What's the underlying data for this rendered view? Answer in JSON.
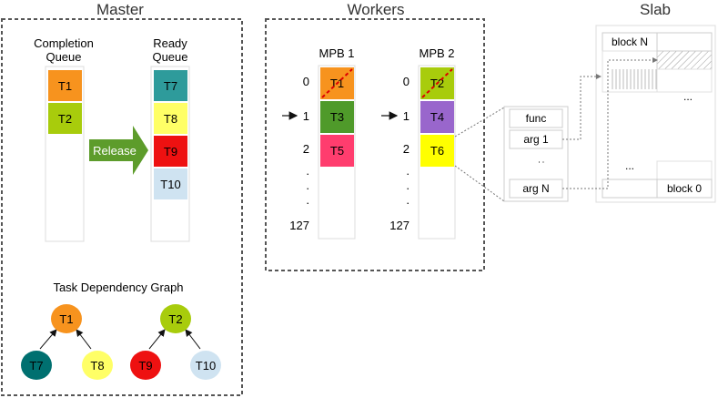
{
  "master": {
    "title": "Master",
    "completion_queue_label": [
      "Completion",
      "Queue"
    ],
    "ready_queue_label": [
      "Ready",
      "Queue"
    ],
    "completion_items": [
      {
        "label": "T1",
        "color": "#f7931e"
      },
      {
        "label": "T2",
        "color": "#a8cc0c"
      }
    ],
    "release_label": "Release",
    "ready_items": [
      {
        "label": "T7",
        "color": "#2e9b9b"
      },
      {
        "label": "T8",
        "color": "#ffff66"
      },
      {
        "label": "T9",
        "color": "#ee1111"
      },
      {
        "label": "T10",
        "color": "#cfe3f1"
      }
    ],
    "graph_title": "Task Dependency Graph",
    "graph_nodes": [
      {
        "label": "T1",
        "color": "#f7931e"
      },
      {
        "label": "T7",
        "color": "#007070"
      },
      {
        "label": "T8",
        "color": "#ffff66"
      },
      {
        "label": "T2",
        "color": "#a8cc0c"
      },
      {
        "label": "T9",
        "color": "#ee1111"
      },
      {
        "label": "T10",
        "color": "#cfe3f1"
      }
    ]
  },
  "workers": {
    "title": "Workers",
    "mpb1": {
      "title": "MPB 1",
      "row_labels": [
        "0",
        "1",
        "2",
        ".",
        ".",
        ".",
        "127"
      ],
      "cells": [
        {
          "label": "T1",
          "color": "#f7931e",
          "struck": true
        },
        {
          "label": "T3",
          "color": "#4f9a2a",
          "struck": false
        },
        {
          "label": "T5",
          "color": "#ff3d6e",
          "struck": false
        }
      ]
    },
    "mpb2": {
      "title": "MPB 2",
      "row_labels": [
        "0",
        "1",
        "2",
        ".",
        ".",
        ".",
        "127"
      ],
      "cells": [
        {
          "label": "T2",
          "color": "#a8cc0c",
          "struck": true
        },
        {
          "label": "T4",
          "color": "#9966cc",
          "struck": false
        },
        {
          "label": "T6",
          "color": "#ffff00",
          "struck": false
        }
      ]
    }
  },
  "descriptor": {
    "fields": [
      "func",
      "arg 1",
      ":",
      "arg N"
    ]
  },
  "slab": {
    "title": "Slab",
    "block_top": "block N",
    "block_bottom": "block 0",
    "ellipsis_top": "...",
    "ellipsis_mid": "..."
  }
}
